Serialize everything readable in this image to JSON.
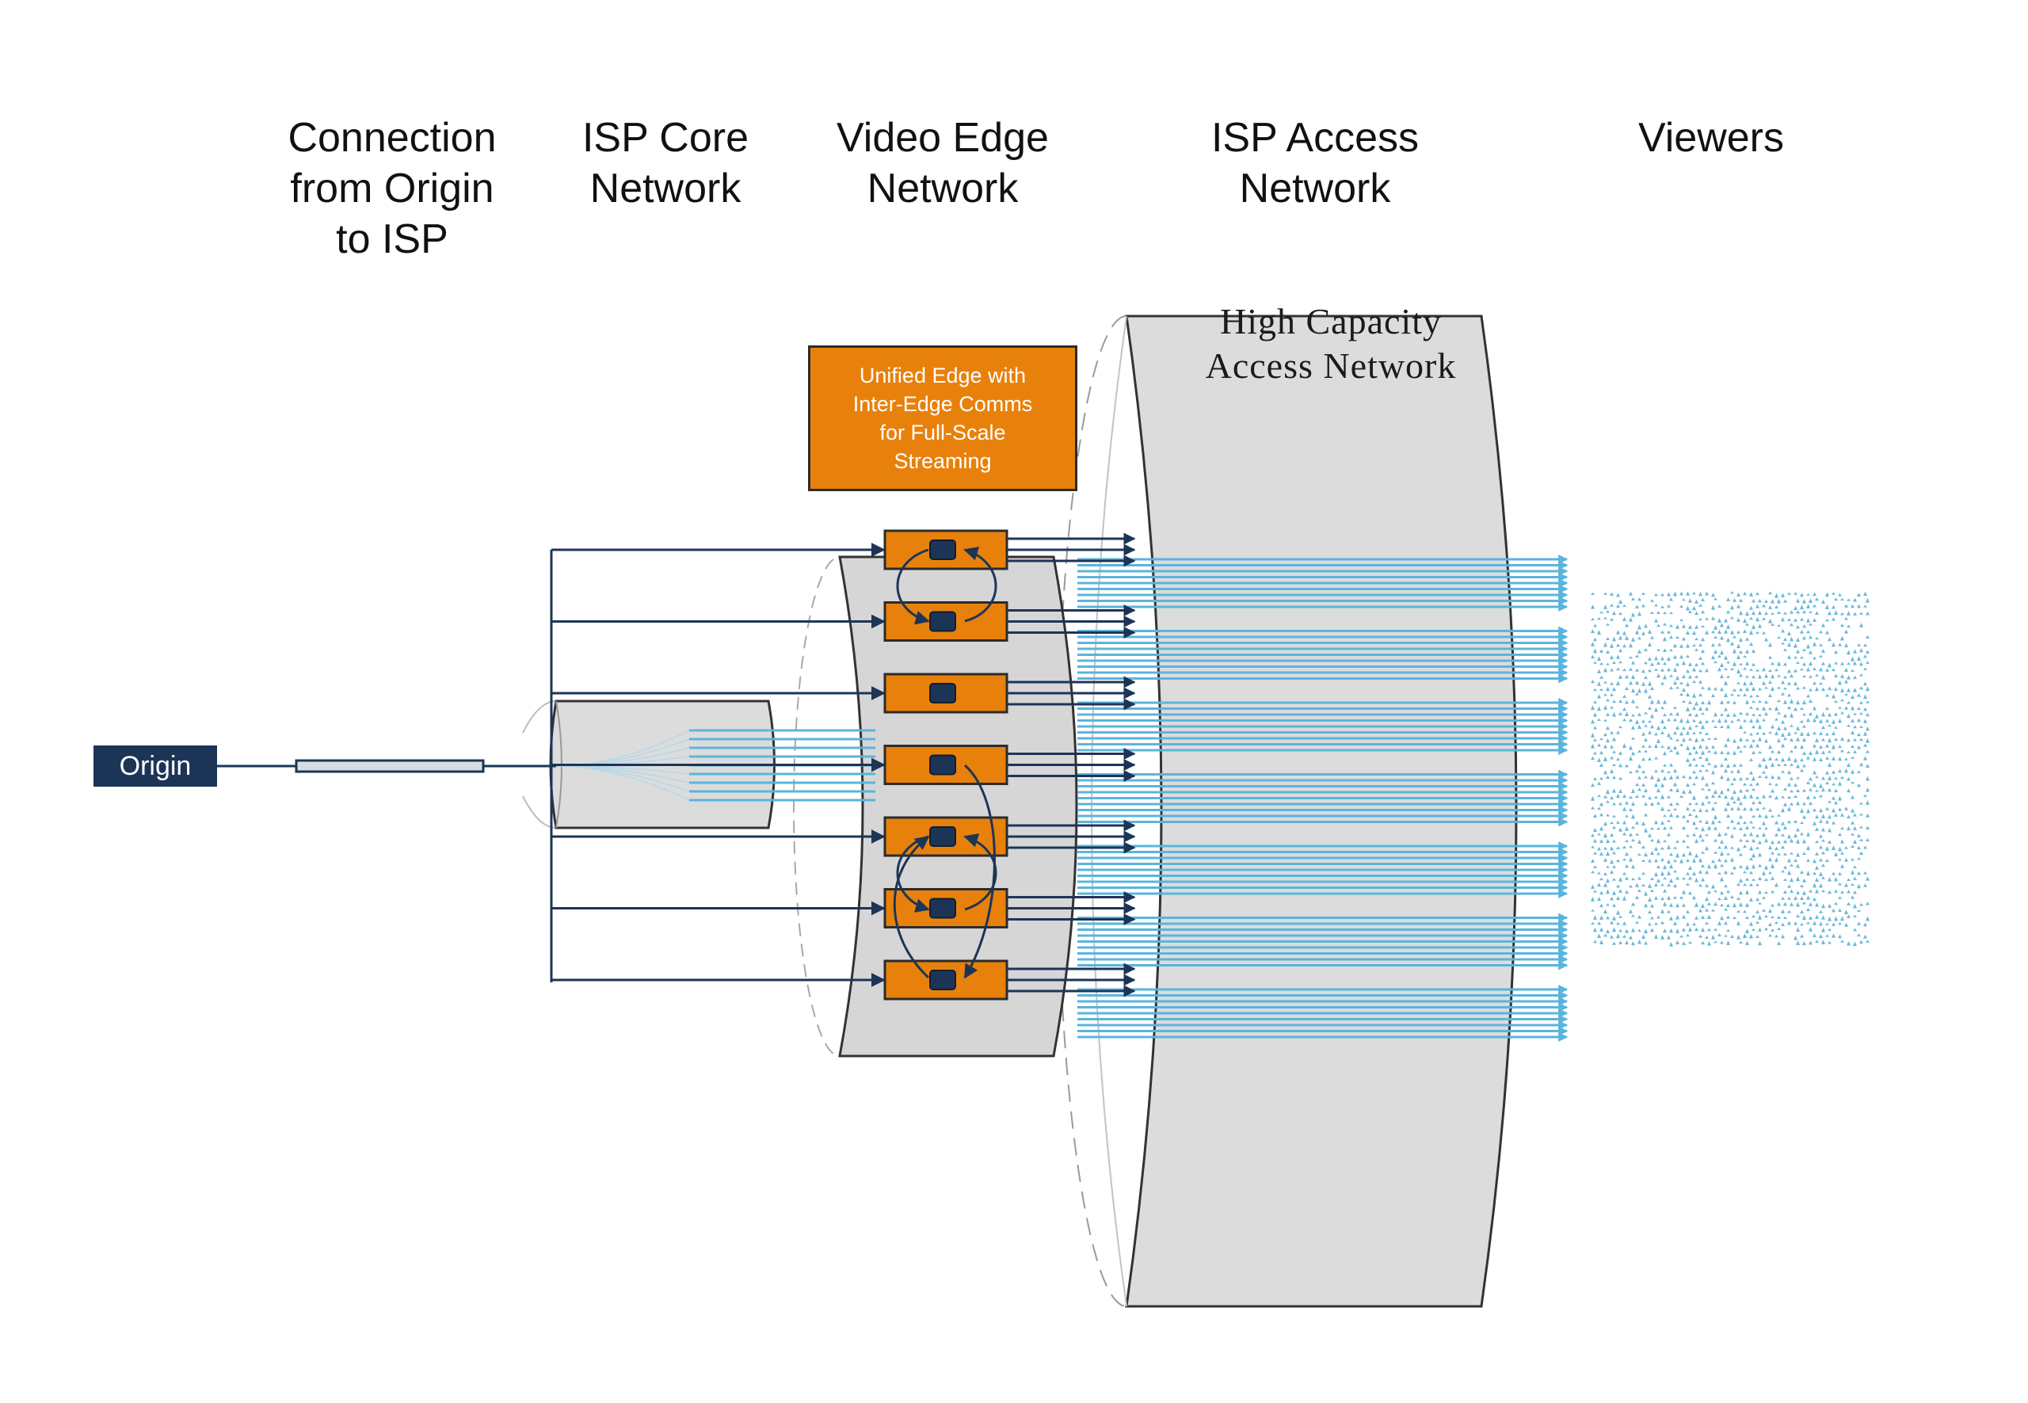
{
  "columns": [
    {
      "id": "connection",
      "label": "Connection\nfrom Origin\nto ISP"
    },
    {
      "id": "isp-core",
      "label": "ISP Core\nNetwork"
    },
    {
      "id": "video-edge",
      "label": "Video Edge\nNetwork"
    },
    {
      "id": "isp-access",
      "label": "ISP Access\nNetwork"
    },
    {
      "id": "viewers",
      "label": "Viewers"
    }
  ],
  "origin_label": "Origin",
  "edge_callout": "Unified Edge with\nInter-Edge Comms\nfor Full-Scale\nStreaming",
  "access_label": "High Capacity\nAccess Network",
  "edge_server_count": 7,
  "colors": {
    "navy": "#1c3557",
    "orange": "#e8810b",
    "stream_blue": "#5bb4dc",
    "cylinder_fill": "#dcdcdc",
    "viewer_blue": "#6bb8d8"
  }
}
